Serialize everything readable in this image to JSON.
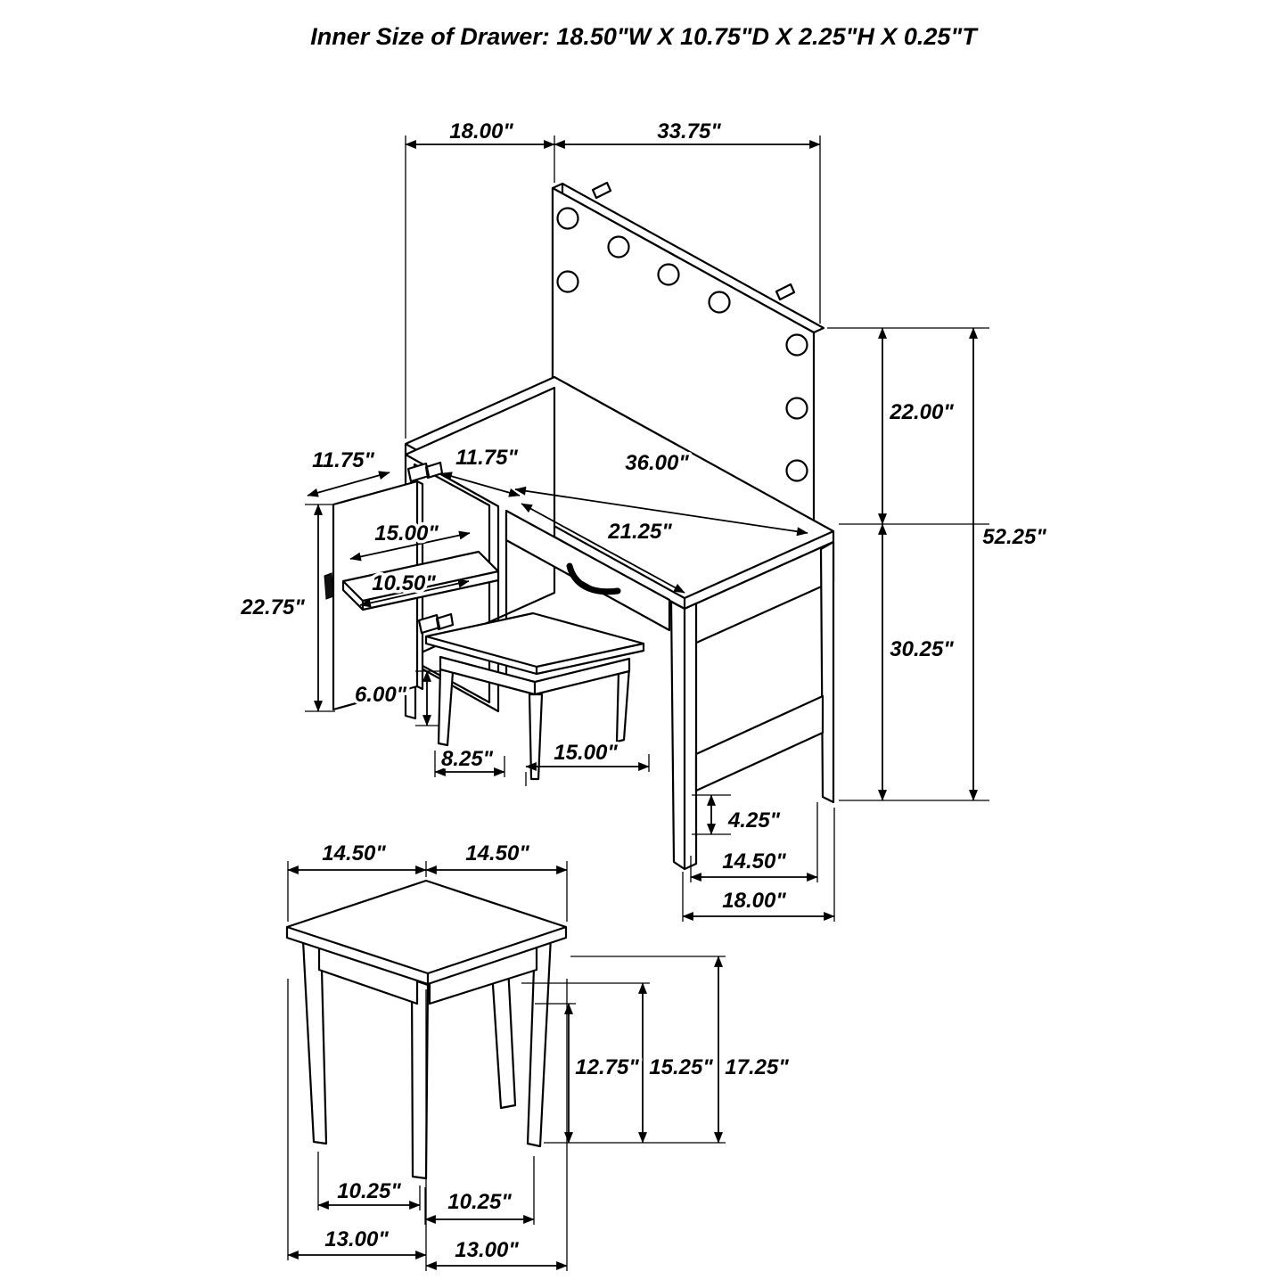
{
  "title": "Inner Size of Drawer: 18.50\"W X 10.75\"D X 2.25\"H X 0.25\"T",
  "colors": {
    "line": "#000000",
    "text": "#000000",
    "background": "#ffffff"
  },
  "vanity": {
    "desk_depth_top": "18.00\"",
    "mirror_width": "33.75\"",
    "mirror_height": "22.00\"",
    "overall_height": "52.25\"",
    "desk_height": "30.25\"",
    "door_width": "11.75\"",
    "desktop_depth": "11.75\"",
    "desktop_width": "36.00\"",
    "shelf_width": "15.00\"",
    "shelf_depth": "10.50\"",
    "door_height": "22.75\"",
    "drawer_front_width": "21.25\"",
    "base_clearance": "6.00\"",
    "stool_clearance": "8.25\"",
    "knee_space_width": "15.00\"",
    "stretcher_height": "4.25\"",
    "leg_spacing": "14.50\"",
    "base_depth": "18.00\""
  },
  "stool": {
    "seat_width": "14.50\"",
    "seat_depth": "14.50\"",
    "clearance_height": "12.75\"",
    "underseat_height": "15.25\"",
    "overall_height": "17.25\"",
    "leg_span_width": "10.25\"",
    "leg_span_depth": "10.25\"",
    "base_width": "13.00\"",
    "base_depth": "13.00\""
  }
}
